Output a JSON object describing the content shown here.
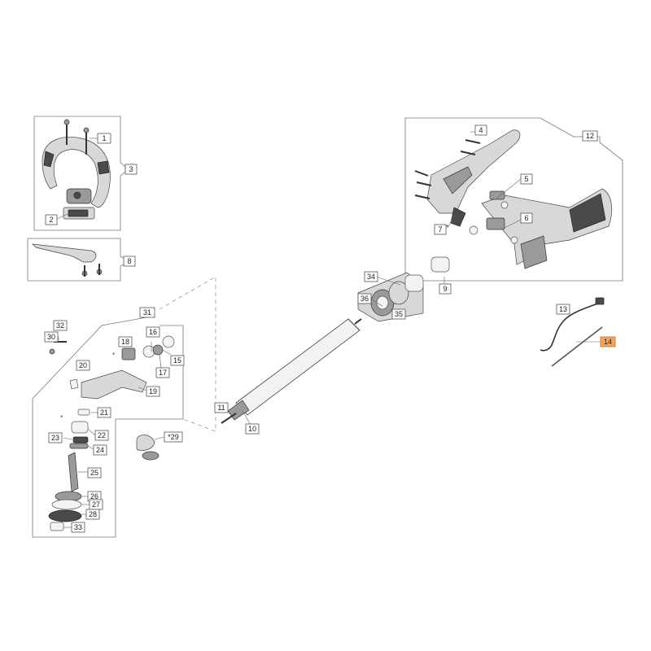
{
  "diagram": {
    "callouts": [
      {
        "id": "c1",
        "text": "1"
      },
      {
        "id": "c2",
        "text": "2"
      },
      {
        "id": "c3",
        "text": "3"
      },
      {
        "id": "c4",
        "text": "4"
      },
      {
        "id": "c5",
        "text": "5"
      },
      {
        "id": "c6",
        "text": "6"
      },
      {
        "id": "c7",
        "text": "7"
      },
      {
        "id": "c8",
        "text": "8"
      },
      {
        "id": "c9",
        "text": "9"
      },
      {
        "id": "c10",
        "text": "10"
      },
      {
        "id": "c11",
        "text": "11"
      },
      {
        "id": "c12",
        "text": "12"
      },
      {
        "id": "c13",
        "text": "13"
      },
      {
        "id": "c14",
        "text": "14"
      },
      {
        "id": "c15",
        "text": "15"
      },
      {
        "id": "c16",
        "text": "16"
      },
      {
        "id": "c17",
        "text": "17"
      },
      {
        "id": "c18",
        "text": "18"
      },
      {
        "id": "c19",
        "text": "19"
      },
      {
        "id": "c20",
        "text": "20"
      },
      {
        "id": "c21",
        "text": "21"
      },
      {
        "id": "c22",
        "text": "22"
      },
      {
        "id": "c23",
        "text": "23"
      },
      {
        "id": "c24",
        "text": "24"
      },
      {
        "id": "c25",
        "text": "25"
      },
      {
        "id": "c26",
        "text": "26"
      },
      {
        "id": "c27",
        "text": "27"
      },
      {
        "id": "c28",
        "text": "28"
      },
      {
        "id": "c29",
        "text": "*29"
      },
      {
        "id": "c30",
        "text": "30"
      },
      {
        "id": "c31",
        "text": "31"
      },
      {
        "id": "c32",
        "text": "32"
      },
      {
        "id": "c33",
        "text": "33"
      },
      {
        "id": "c34",
        "text": "34"
      },
      {
        "id": "c35",
        "text": "35"
      },
      {
        "id": "c36",
        "text": "36"
      }
    ],
    "highlighted_part": "14",
    "highlight_color": "#f4a460",
    "asterisk_marks": [
      "*",
      "*",
      "*"
    ]
  }
}
